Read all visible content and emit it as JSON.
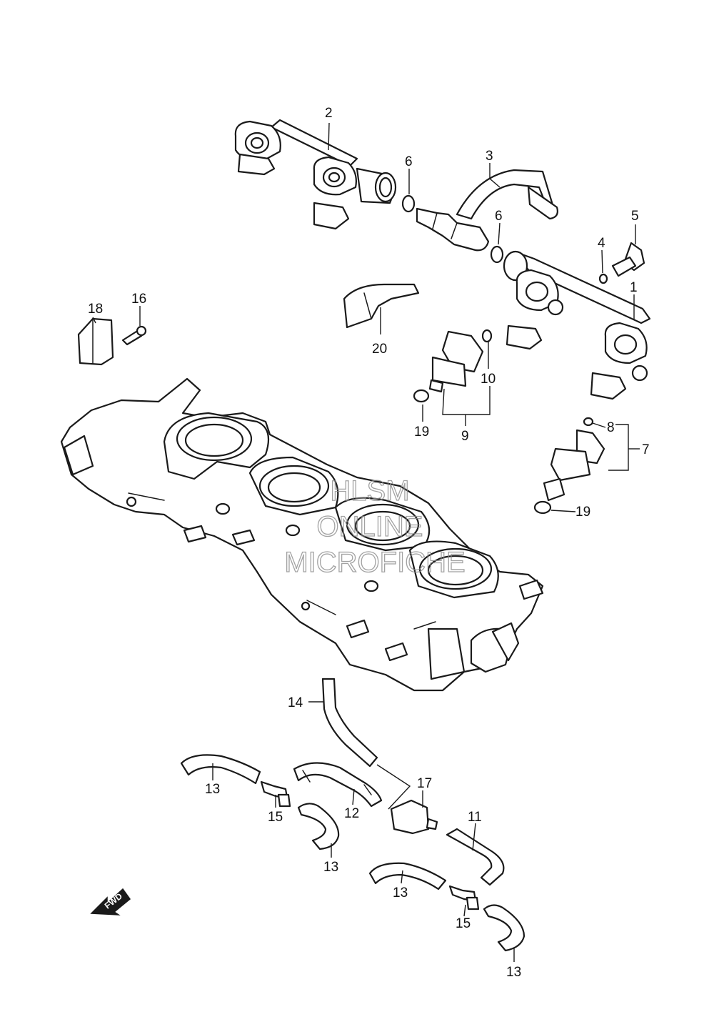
{
  "callouts": {
    "c1": "1",
    "c2": "2",
    "c3": "3",
    "c4": "4",
    "c5": "5",
    "c6a": "6",
    "c6b": "6",
    "c7": "7",
    "c8": "8",
    "c9": "9",
    "c10": "10",
    "c11": "11",
    "c12": "12",
    "c13a": "13",
    "c13b": "13",
    "c13c": "13",
    "c13d": "13",
    "c14": "14",
    "c15a": "15",
    "c15b": "15",
    "c16": "16",
    "c17": "17",
    "c18": "18",
    "c19a": "19",
    "c19b": "19",
    "c20": "20"
  },
  "watermark": {
    "line1": "HLSM",
    "line2": "ONLINE",
    "line3": "MICROFICHE"
  },
  "fwd_label": "FWD",
  "colors": {
    "line": "#1a1a1a",
    "watermark": "#8c8c8c",
    "background": "#ffffff"
  }
}
